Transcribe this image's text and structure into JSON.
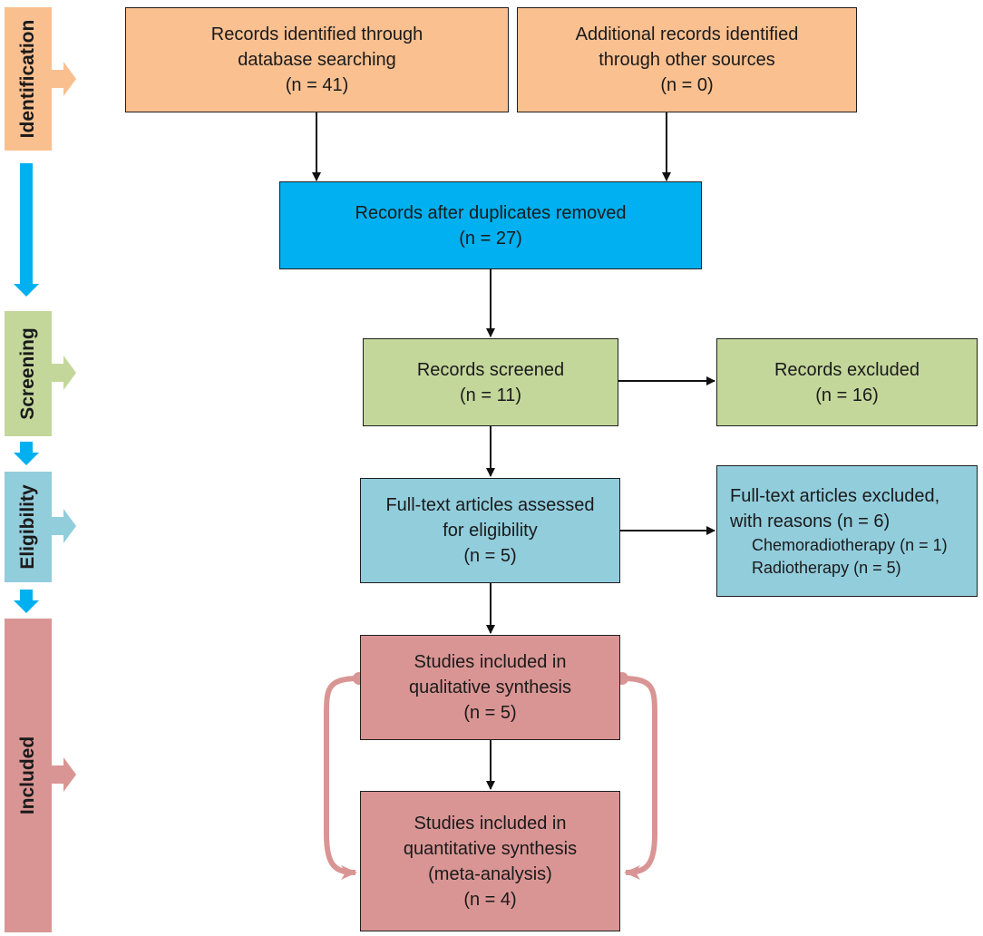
{
  "stages": {
    "identification": "Identification",
    "screening": "Screening",
    "eligibility": "Eligibility",
    "included": "Included"
  },
  "boxes": {
    "database": {
      "line1": "Records identified through",
      "line2": "database searching",
      "line3": "(n = 41)"
    },
    "other": {
      "line1": "Additional records identified",
      "line2": "through other sources",
      "line3": "(n = 0)"
    },
    "duplicates": {
      "line1": "Records after duplicates removed",
      "line2": "(n = 27)"
    },
    "screened": {
      "line1": "Records screened",
      "line2": "(n = 11)"
    },
    "excluded": {
      "line1": "Records excluded",
      "line2": "(n = 16)"
    },
    "fulltext": {
      "line1": "Full-text articles assessed",
      "line2": "for eligibility",
      "line3": "(n = 5)"
    },
    "fulltext_excluded": {
      "line1": "Full-text articles excluded,",
      "line2": "with reasons (n = 6)",
      "reasons": [
        "Chemoradiotherapy (n = 1)",
        "Radiotherapy (n = 5)"
      ]
    },
    "qualitative": {
      "line1": "Studies included in",
      "line2": "qualitative synthesis",
      "line3": "(n = 5)"
    },
    "quantitative": {
      "line1": "Studies included in",
      "line2": "quantitative synthesis",
      "line3": "(meta-analysis)",
      "line4": "(n = 4)"
    }
  },
  "colors": {
    "identification": "#f9bf8f",
    "screening": "#c4d79b",
    "eligibility": "#92cddc",
    "included": "#d99594",
    "duplicates": "#00b0f0",
    "flow_arrow": "#00b0f0",
    "loop_arrow": "#d99594"
  }
}
